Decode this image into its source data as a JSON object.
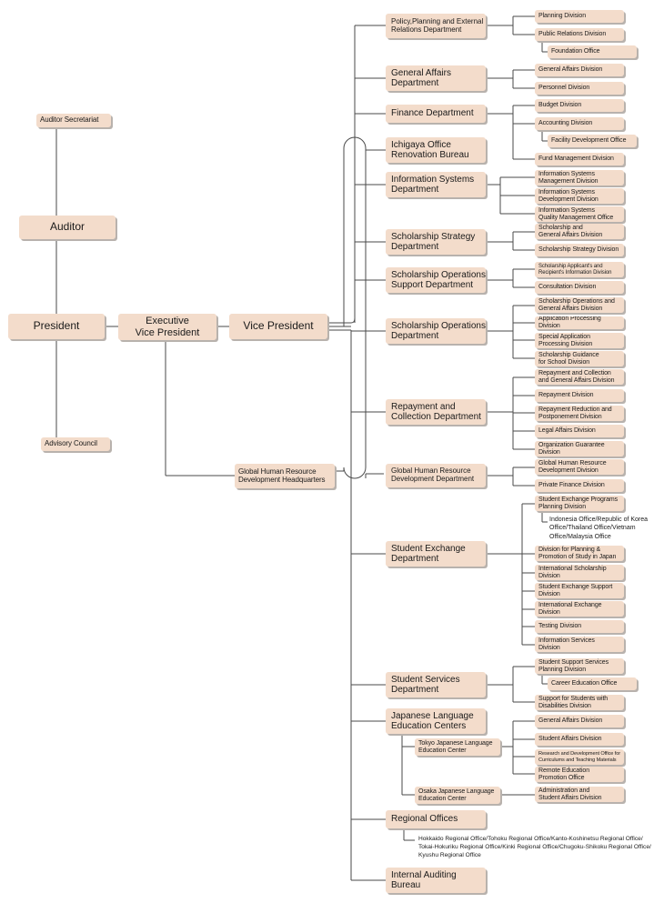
{
  "top": {
    "auditor_secretariat": "Auditor Secretariat",
    "auditor": "Auditor",
    "president": "President",
    "advisory_council": "Advisory Council",
    "executive_vice_president": "Executive\nVice President",
    "vice_president": "Vice President",
    "global_hq": "Global Human Resource\nDevelopment Headquarters"
  },
  "departments": {
    "policy": "Policy,Planning and External\nRelations Department",
    "general_affairs": "General Affairs\nDepartment",
    "finance": "Finance Department",
    "ichigaya": "Ichigaya Office\nRenovation Bureau",
    "info_systems": "Information Systems\nDepartment",
    "scholarship_strategy": "Scholarship Strategy\nDepartment",
    "scholarship_ops_support": "Scholarship Operations\nSupport Department",
    "scholarship_ops": "Scholarship Operations\nDepartment",
    "repayment": "Repayment and\nCollection Department",
    "global_hr_dept": "Global Human Resource\nDevelopment Department",
    "student_exchange": "Student Exchange\nDepartment",
    "student_services": "Student Services\nDepartment",
    "jlec": "Japanese Language\nEducation Centers",
    "tokyo_jlec": "Tokyo Japanese Language\nEducation Center",
    "osaka_jlec": "Osaka Japanese Language\nEducation Center",
    "regional": "Regional Offices",
    "internal_audit": "Internal Auditing\nBureau"
  },
  "divisions": {
    "planning": "Planning Division",
    "public_relations": "Public Relations Division",
    "foundation": "Foundation Office",
    "ga_division": "General Affairs Division",
    "personnel": "Personnel Division",
    "budget": "Budget Division",
    "accounting": "Accounting Division",
    "facility": "Facility Development Office",
    "fund": "Fund Management Division",
    "is_mgmt": "Information Systems\nManagement Division",
    "is_dev": "Information Systems\nDevelopment Division",
    "is_qm": "Information Systems\nQuality Management Office",
    "ss_ga": "Scholarship and\nGeneral Affairs Division",
    "ss_strategy": "Scholarship Strategy Division",
    "sos_info": "Scholarship Applicant's and\nRecipient's Information Division",
    "consultation": "Consultation Division",
    "so_ga": "Scholarship Operations and\nGeneral Affairs Division",
    "app_processing": "Application Processing Division",
    "special_app": "Special Application\nProcessing Division",
    "guidance": "Scholarship Guidance\nfor School Division",
    "rc_ga": "Repayment and Collection\nand General Affairs Division",
    "repayment_div": "Repayment Division",
    "reduction": "Repayment Reduction and\nPostponement Division",
    "legal": "Legal Affairs Division",
    "org_guarantee": "Organization Guarantee\nDivision",
    "ghr_div": "Global Human Resource\nDevelopment Division",
    "private_finance": "Private Finance Division",
    "sep_planning": "Student Exchange Programs\nPlanning Division",
    "overseas_offices": "Indonesia Office/Republic of Korea\nOffice/Thailand Office/Vietnam\nOffice/Malaysia Office",
    "promotion": "Division for Planning &\nPromotion of Study in Japan",
    "intl_scholarship": "International Scholarship\nDivision",
    "se_support": "Student Exchange Support\nDivision",
    "intl_exchange": "International Exchange\nDivision",
    "testing": "Testing Division",
    "info_services": "Information Services\nDivision",
    "ssp_planning": "Student Support Services\nPlanning Division",
    "career": "Career Education Office",
    "disabilities": "Support for Students with\nDisabilities Division",
    "jl_ga": "General Affairs Division",
    "jl_student_affairs": "Student Affairs Division",
    "rnd": "Research and Development Office for\nCurriculums and Teaching Materials",
    "remote": "Remote Education\nPromotion Office",
    "admin_sa": "Administration and\nStudent Affairs Division",
    "regional_list": "Hokkaido Regional Office/Tohoku Regional Office/Kanto-Koshinetsu Regional Office/\nTokai-Hokuriku Regional Office/Kinki Regional Office/Chugoku-Shikoku Regional Office/\nKyushu Regional Office"
  }
}
